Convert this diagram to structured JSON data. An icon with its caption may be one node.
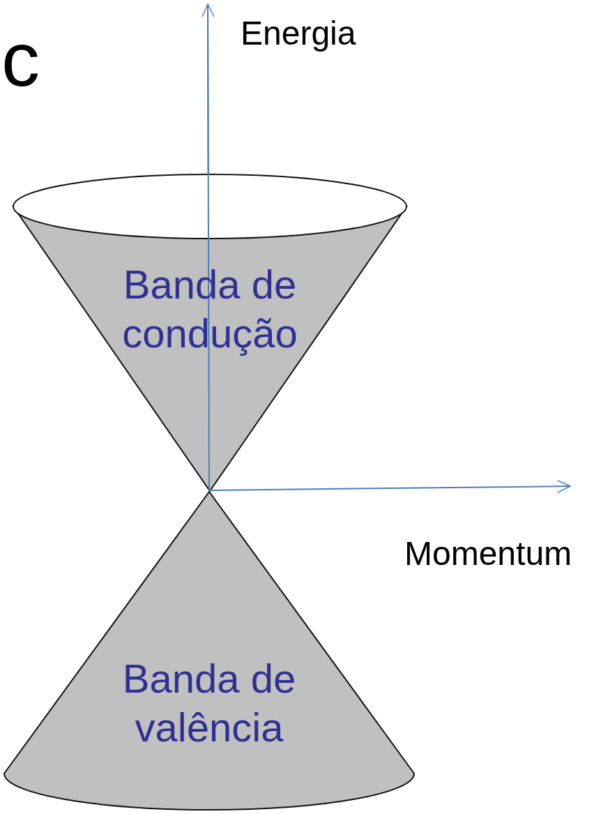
{
  "diagram": {
    "nodes": [
      {
        "text": [
          "Banda de condução"
        ]
      },
      {
        "text": [
          "Banda de valência"
        ]
      }
    ],
    "edges": [],
    "labels": [
      "c",
      "Energia",
      "Momentum"
    ]
  }
}
